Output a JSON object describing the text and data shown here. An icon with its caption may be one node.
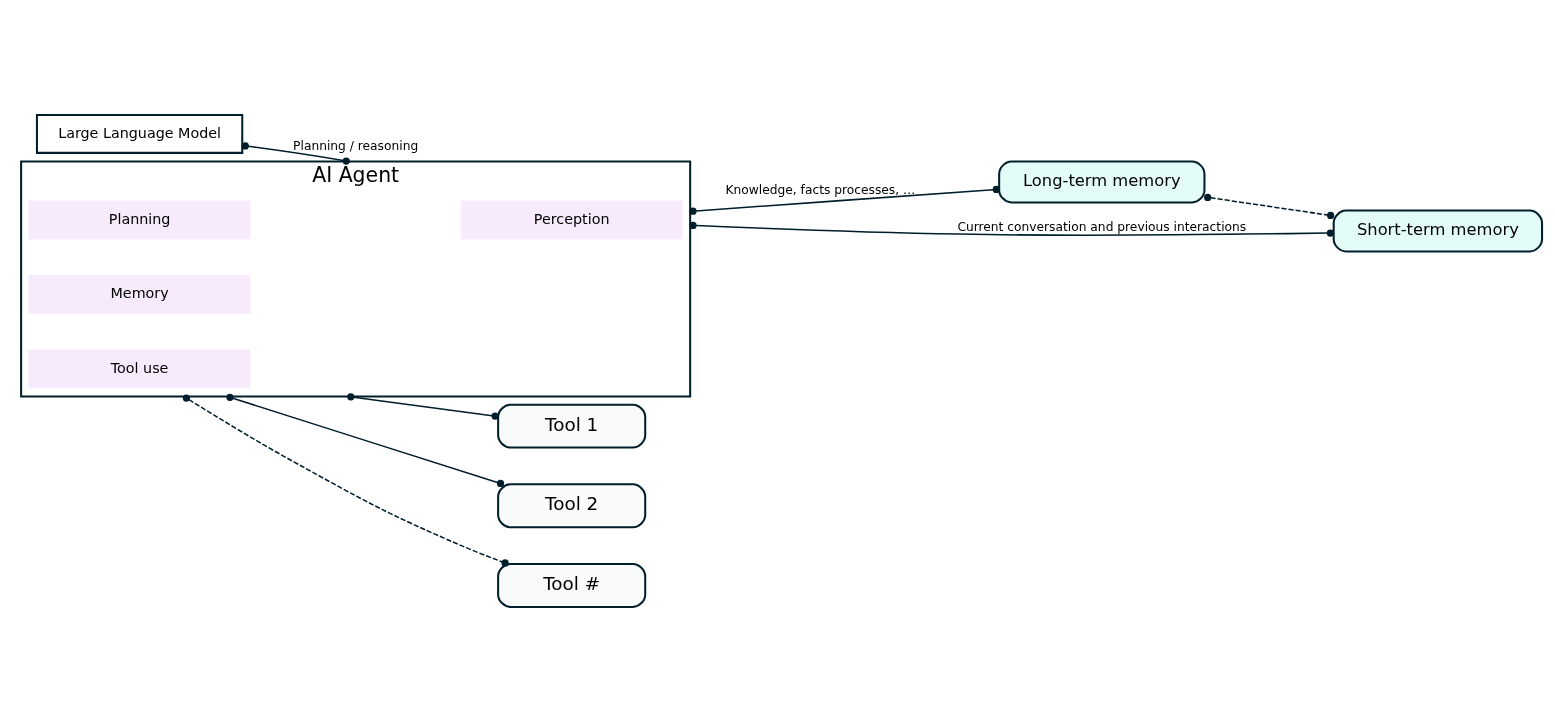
{
  "diagram": {
    "nodes": [
      {
        "text": [
          "Large Language Model"
        ]
      },
      {
        "text": [
          "AI Agent"
        ]
      },
      {
        "text": [
          "Perception"
        ],
        "in": 1
      },
      {
        "text": [
          "Planning"
        ],
        "in": 1
      },
      {
        "text": [
          "Memory"
        ],
        "in": 1
      },
      {
        "text": [
          "Tool use"
        ],
        "in": 1
      },
      {
        "text": [
          "Long-term memory"
        ]
      },
      {
        "text": [
          "Short-term memory"
        ]
      },
      {
        "text": [
          "Tool 1"
        ]
      },
      {
        "text": [
          "Tool 2"
        ]
      },
      {
        "text": [
          "Tool #"
        ]
      }
    ],
    "edges": [
      {
        "from": 0,
        "to": 1,
        "arrow": "other",
        "label": "Planning / reasoning"
      },
      {
        "from": 1,
        "to": 6,
        "arrow": "other",
        "label": "Knowledge, facts processes, …"
      },
      {
        "from": 1,
        "to": 7,
        "arrow": "other",
        "label": "Current conversation and previous interactions"
      },
      {
        "from": 6,
        "to": 7,
        "arrow": "other",
        "style": "dashed"
      },
      {
        "from": 1,
        "to": 8,
        "arrow": "other"
      },
      {
        "from": 1,
        "to": 9,
        "arrow": "other"
      },
      {
        "from": 1,
        "to": 10,
        "arrow": "other",
        "style": "dashed"
      }
    ]
  }
}
